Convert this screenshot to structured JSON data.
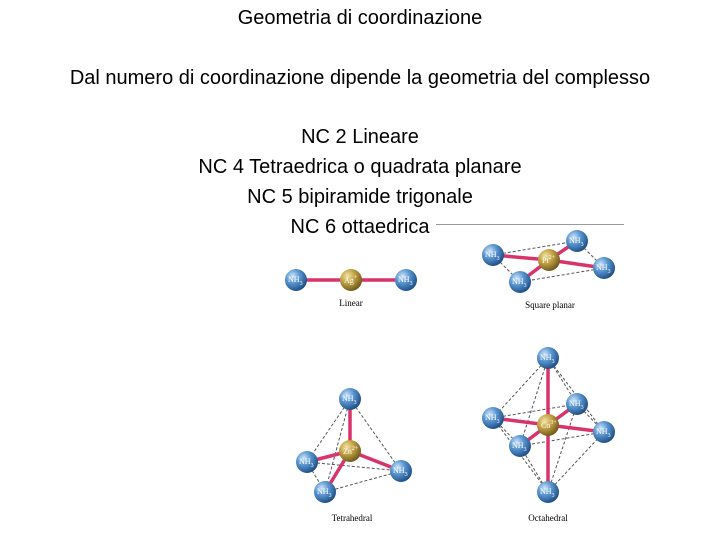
{
  "slide": {
    "title": "Geometria di coordinazione",
    "subtitle": "Dal numero di coordinazione dipende la geometria del complesso",
    "items": [
      "NC 2 Lineare",
      "NC 4 Tetraedrica o quadrata planare",
      "NC 5 bipiramide trigonale",
      "NC 6 ottaedrica"
    ]
  },
  "figure": {
    "colors": {
      "ligand": "#3f82c6",
      "metal": "#b8993a",
      "bond": "#d9336b",
      "dash": "#555555"
    },
    "ligand_label": "NH",
    "ligand_subscript": "3",
    "panels": {
      "linear": {
        "caption": "Linear",
        "metal": "Ag",
        "charge": "+"
      },
      "square_planar": {
        "caption": "Square planar",
        "metal": "Pt",
        "charge": "2+"
      },
      "tetrahedral": {
        "caption": "Tetrahedral",
        "metal": "Zn",
        "charge": "2+"
      },
      "octahedral": {
        "caption": "Octahedral",
        "metal": "Co",
        "charge": "3+"
      }
    }
  }
}
